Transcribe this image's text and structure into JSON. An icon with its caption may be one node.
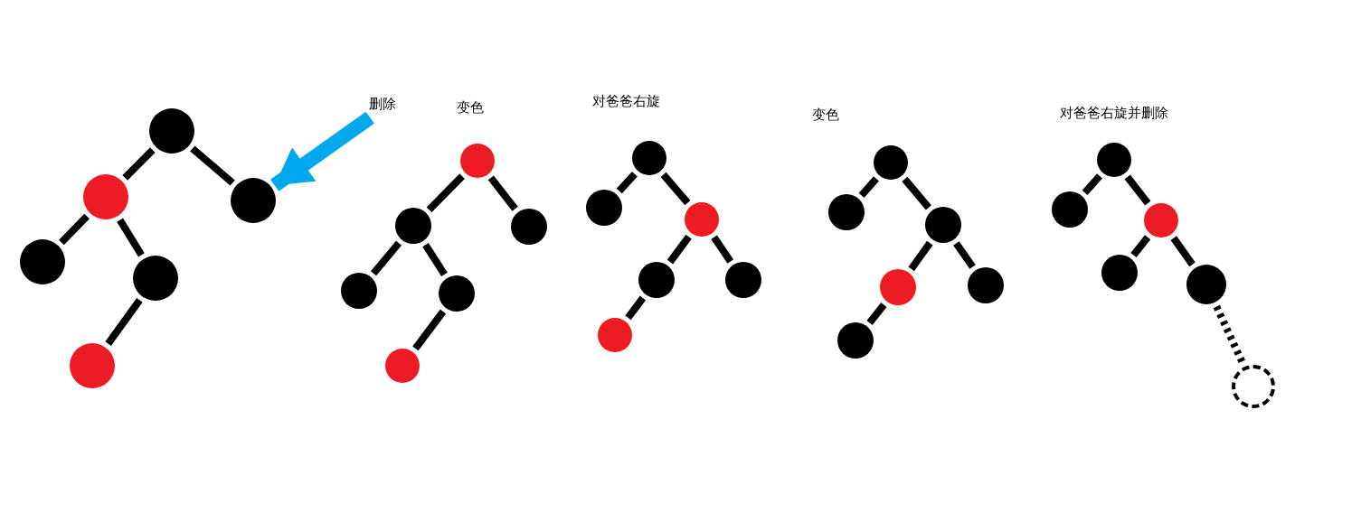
{
  "diagram": {
    "nodes": [
      {
        "text": [],
        "shape": "circle"
      },
      {
        "text": [],
        "shape": "circle"
      },
      {
        "text": [],
        "shape": "circle"
      },
      {
        "text": [],
        "shape": "circle"
      },
      {
        "text": [],
        "shape": "circle"
      },
      {
        "text": [],
        "shape": "circle"
      },
      {
        "text": [
          "删除"
        ]
      },
      {
        "text": [],
        "shape": "circle"
      },
      {
        "text": [],
        "shape": "circle"
      },
      {
        "text": [],
        "shape": "circle"
      },
      {
        "text": [],
        "shape": "circle"
      },
      {
        "text": [],
        "shape": "circle"
      },
      {
        "text": [],
        "shape": "circle"
      },
      {
        "text": [],
        "shape": "circle"
      },
      {
        "text": [],
        "shape": "circle"
      },
      {
        "text": [],
        "shape": "circle"
      },
      {
        "text": [],
        "shape": "circle"
      },
      {
        "text": [],
        "shape": "circle"
      },
      {
        "text": [],
        "shape": "circle"
      },
      {
        "text": [],
        "shape": "circle"
      },
      {
        "text": [],
        "shape": "circle"
      },
      {
        "text": [],
        "shape": "circle"
      },
      {
        "text": [],
        "shape": "circle"
      },
      {
        "text": [],
        "shape": "circle"
      },
      {
        "text": [],
        "shape": "circle"
      },
      {
        "text": [],
        "shape": "circle"
      },
      {
        "text": [],
        "shape": "circle"
      },
      {
        "text": [],
        "shape": "circle"
      },
      {
        "text": [],
        "shape": "circle"
      },
      {
        "text": [],
        "shape": "circle"
      },
      {
        "text": [],
        "shape": "circle"
      }
    ],
    "edges": [
      {
        "from": 0,
        "to": 1,
        "arrow": "none"
      },
      {
        "from": 0,
        "to": 2,
        "arrow": "none"
      },
      {
        "from": 1,
        "to": 3,
        "arrow": "none"
      },
      {
        "from": 1,
        "to": 4,
        "arrow": "none"
      },
      {
        "from": 4,
        "to": 5,
        "arrow": "none"
      },
      {
        "from": 6,
        "to": 2,
        "arrow": "to",
        "style": "thick",
        "color": "#00a8ec"
      },
      {
        "from": 7,
        "to": 8,
        "arrow": "none"
      },
      {
        "from": 7,
        "to": 9,
        "arrow": "none"
      },
      {
        "from": 8,
        "to": 10,
        "arrow": "none"
      },
      {
        "from": 8,
        "to": 11,
        "arrow": "none"
      },
      {
        "from": 11,
        "to": 12,
        "arrow": "none"
      },
      {
        "from": 13,
        "to": 14,
        "arrow": "none"
      },
      {
        "from": 13,
        "to": 15,
        "arrow": "none"
      },
      {
        "from": 15,
        "to": 16,
        "arrow": "none"
      },
      {
        "from": 15,
        "to": 17,
        "arrow": "none"
      },
      {
        "from": 16,
        "to": 18,
        "arrow": "none"
      },
      {
        "from": 19,
        "to": 20,
        "arrow": "none"
      },
      {
        "from": 19,
        "to": 21,
        "arrow": "none"
      },
      {
        "from": 21,
        "to": 22,
        "arrow": "none"
      },
      {
        "from": 21,
        "to": 23,
        "arrow": "none"
      },
      {
        "from": 22,
        "to": 24,
        "arrow": "none"
      },
      {
        "from": 25,
        "to": 26,
        "arrow": "none"
      },
      {
        "from": 25,
        "to": 27,
        "arrow": "none"
      },
      {
        "from": 27,
        "to": 28,
        "arrow": "none"
      },
      {
        "from": 27,
        "to": 29,
        "arrow": "none"
      },
      {
        "from": 29,
        "to": 30,
        "arrow": "none",
        "style": "dashed"
      }
    ],
    "labels": [
      "变色",
      "对爸爸右旋",
      "变色",
      "对爸爸右旋并删除"
    ]
  }
}
